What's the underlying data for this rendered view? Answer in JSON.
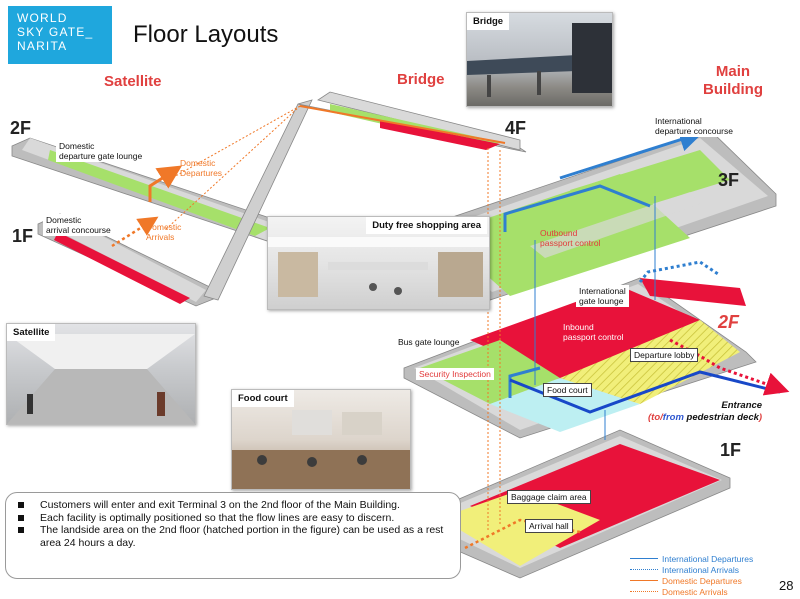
{
  "logo": {
    "line1": "WORLD",
    "line2": "SKY GATE_",
    "line3": "NARITA"
  },
  "page": {
    "title": "Floor Layouts",
    "number": "28"
  },
  "sections": {
    "satellite": "Satellite",
    "bridge": "Bridge",
    "main_building_1": "Main",
    "main_building_2": "Building"
  },
  "floors": {
    "sat_2f": "2F",
    "sat_1f": "1F",
    "bridge_4f": "4F",
    "main_3f": "3F",
    "main_2f": "2F",
    "main_1f": "1F"
  },
  "labels": {
    "domestic_departure_gate_lounge_1": "Domestic",
    "domestic_departure_gate_lounge_2": "departure gate lounge",
    "domestic_departures_1": "Domestic",
    "domestic_departures_2": "Departures",
    "domestic_arrival_concourse_1": "Domestic",
    "domestic_arrival_concourse_2": "arrival concourse",
    "domestic_arrivals_1": "Domestic",
    "domestic_arrivals_2": "Arrivals",
    "intl_departure_concourse_1": "International",
    "intl_departure_concourse_2": "departure concourse",
    "outbound_passport_1": "Outbound",
    "outbound_passport_2": "passport control",
    "intl_gate_lounge_1": "International",
    "intl_gate_lounge_2": "gate lounge",
    "inbound_passport_1": "Inbound",
    "inbound_passport_2": "passport control",
    "bus_gate_lounge": "Bus gate lounge",
    "security_inspection": "Security Inspection",
    "departure_lobby": "Departure lobby",
    "food_court": "Food court",
    "baggage_claim_area": "Baggage claim area",
    "arrival_hall": "Arrival hall"
  },
  "entrance": {
    "title": "Entrance",
    "to": "to",
    "slash": "/",
    "from": "from",
    "rest": " pedestrian deck",
    "open": "(",
    "close": ")"
  },
  "photos": {
    "bridge": "Bridge",
    "duty_free": "Duty free shopping area",
    "satellite": "Satellite",
    "food_court": "Food court"
  },
  "notes": [
    "Customers will enter and exit Terminal 3 on the 2nd floor of the Main Building.",
    "Each facility is optimally positioned so that the flow lines are easy to discern.",
    "The landside area on the 2nd floor (hatched portion in the figure) can be used as a rest area 24 hours a day."
  ],
  "legend": [
    {
      "label": "International  Departures",
      "color": "#2f7fd0",
      "style": "solid"
    },
    {
      "label": "International Arrivals",
      "color": "#2f7fd0",
      "style": "dotted"
    },
    {
      "label": "Domestic Departures",
      "color": "#f07828",
      "style": "solid"
    },
    {
      "label": "Domestic Arrivals",
      "color": "#f07828",
      "style": "dotted"
    }
  ],
  "colors": {
    "green": "#a6e06a",
    "red": "#e8123a",
    "cyan": "#bdeff2",
    "yellow": "#f1ef7a",
    "grey": "#c9c9c9",
    "intl_line": "#2f7fd0",
    "dom_line": "#f07828",
    "accent": "#e0403f"
  }
}
